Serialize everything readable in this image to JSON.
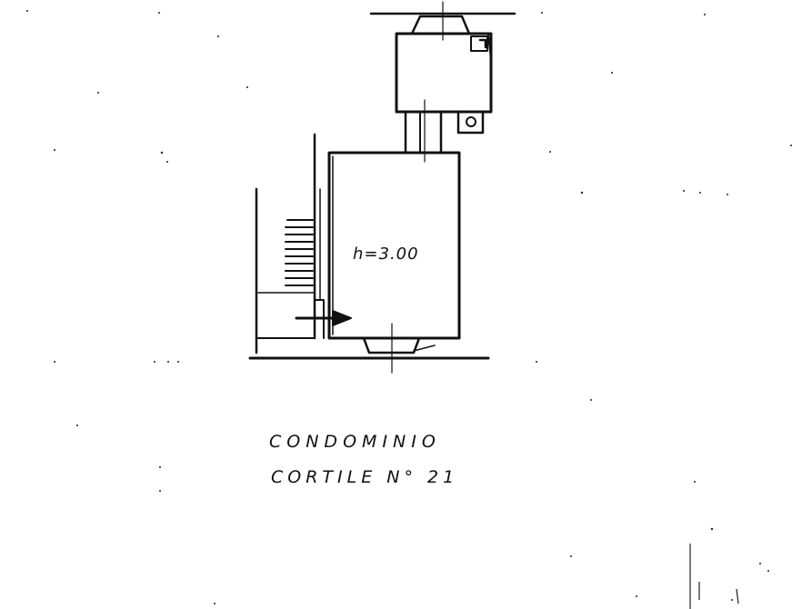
{
  "drawing": {
    "room_height_label": "h=3.00",
    "caption_line1": "CONDOMINIO",
    "caption_line2": "CORTILE N° 21"
  },
  "colors": {
    "ink": "#111111",
    "paper": "#ffffff"
  }
}
